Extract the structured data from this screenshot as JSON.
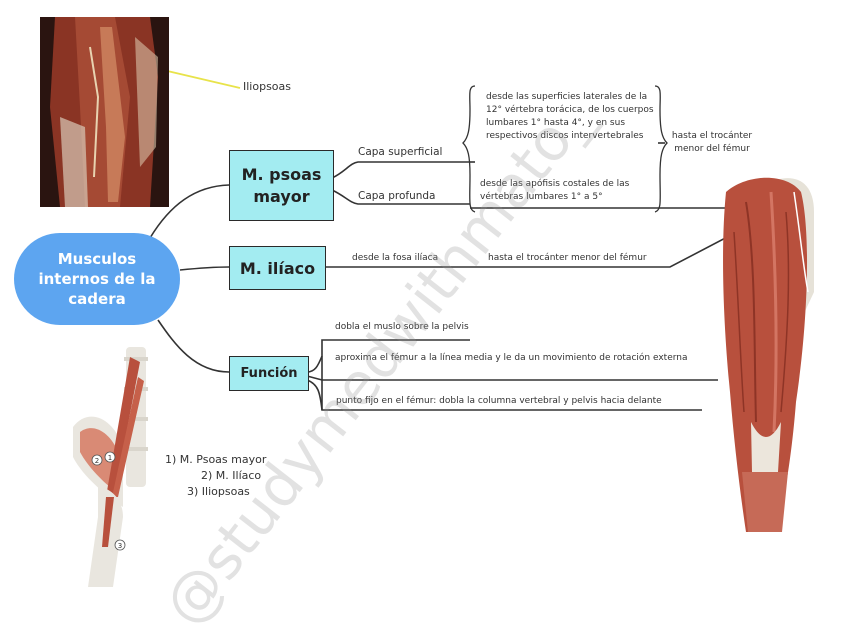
{
  "root": {
    "label": "Musculos internos de la cadera"
  },
  "photo_label": "Iliopsoas",
  "psoas": {
    "label": "M. psoas mayor",
    "superficial": {
      "label": "Capa superficial",
      "desc": "desde las superficies laterales de la 12° vértebra torácica, de los cuerpos lumbares 1° hasta 4°, y en sus respectivos discos intervertebrales"
    },
    "profunda": {
      "label": "Capa profunda",
      "desc": "desde las apófisis costales de las vértebras lumbares 1° a 5°"
    },
    "insertion": "hasta el trocánter menor del fémur"
  },
  "iliaco": {
    "label": "M. ilíaco",
    "origin": "desde la fosa ilíaca",
    "insertion": "hasta el trocánter menor del fémur"
  },
  "funcion": {
    "label": "Función",
    "items": [
      "dobla el muslo sobre la pelvis",
      "aproxima el fémur a la línea media y le da un movimiento de rotación externa",
      "punto fijo en el fémur: dobla la columna vertebral y pelvis hacia delante"
    ]
  },
  "legend": [
    "1) M. Psoas mayor",
    "2) M. Ilíaco",
    "3) Iliopsoas"
  ],
  "markers": [
    "1",
    "2",
    "3"
  ],
  "watermark": "@studymedwithmato_",
  "colors": {
    "root": "#5da5f0",
    "node": "#a3ecf1",
    "muscle": "#b8503d",
    "bone": "#e9e6df"
  }
}
